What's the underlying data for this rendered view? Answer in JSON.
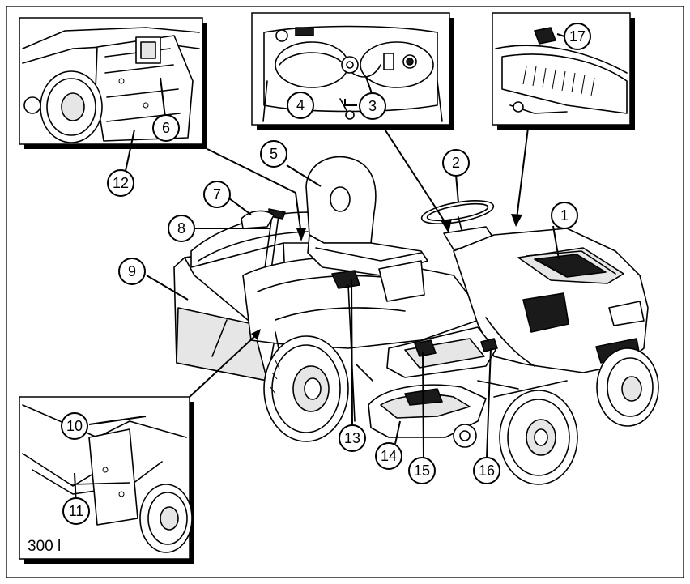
{
  "diagram": {
    "variant_label": "300 l",
    "callouts": [
      {
        "id": "c1",
        "label": "1"
      },
      {
        "id": "c2",
        "label": "2"
      },
      {
        "id": "c3",
        "label": "3"
      },
      {
        "id": "c4",
        "label": "4"
      },
      {
        "id": "c5",
        "label": "5"
      },
      {
        "id": "c6",
        "label": "6"
      },
      {
        "id": "c7",
        "label": "7"
      },
      {
        "id": "c8",
        "label": "8"
      },
      {
        "id": "c9",
        "label": "9"
      },
      {
        "id": "c10",
        "label": "10"
      },
      {
        "id": "c11",
        "label": "11"
      },
      {
        "id": "c12",
        "label": "12"
      },
      {
        "id": "c13",
        "label": "13"
      },
      {
        "id": "c14",
        "label": "14"
      },
      {
        "id": "c15",
        "label": "15"
      },
      {
        "id": "c16",
        "label": "16"
      },
      {
        "id": "c17",
        "label": "17"
      }
    ]
  }
}
